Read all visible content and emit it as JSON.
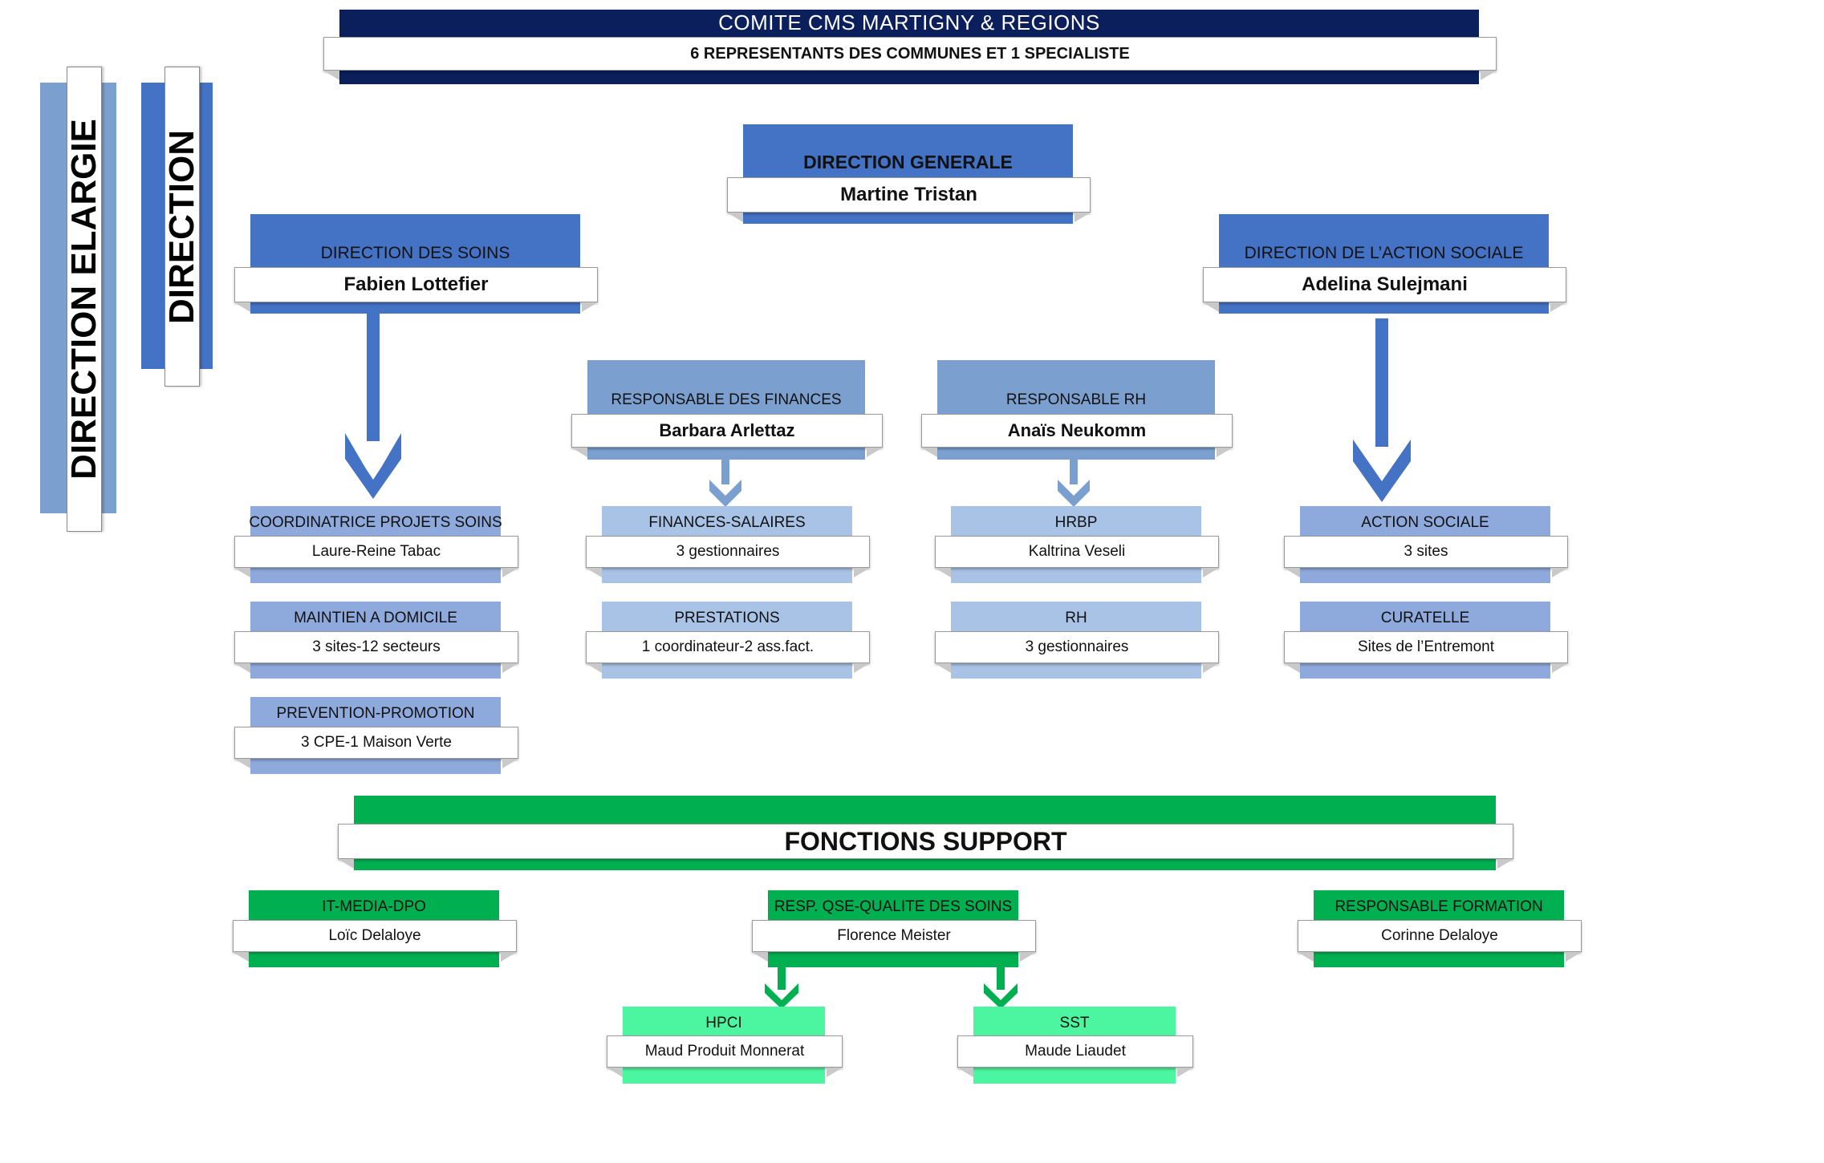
{
  "colors": {
    "navy": "#0a1f5c",
    "blue": "#4472c4",
    "steel": "#7ba0cf",
    "light_blue": "#a9c3e6",
    "periwinkle": "#8ea9dc",
    "green": "#00b050",
    "mint": "#4cf5a0"
  },
  "comite": {
    "title": "COMITE CMS MARTIGNY & REGIONS",
    "subtitle": "6 REPRESENTANTS DES COMMUNES ET 1 SPECIALISTE"
  },
  "side_labels": {
    "direction_elargie": "DIRECTION ELARGIE",
    "direction": "DIRECTION"
  },
  "direction_generale": {
    "title": "DIRECTION GENERALE",
    "name": "Martine Tristan"
  },
  "direction_soins": {
    "title": "DIRECTION DES SOINS",
    "name": "Fabien Lottefier"
  },
  "direction_sociale": {
    "title": "DIRECTION DE L’ACTION SOCIALE",
    "name": "Adelina Sulejmani"
  },
  "finances": {
    "title": "RESPONSABLE DES FINANCES",
    "name": "Barbara Arlettaz"
  },
  "rh": {
    "title": "RESPONSABLE RH",
    "name": "Anaïs Neukomm"
  },
  "soins_units": [
    {
      "title": "COORDINATRICE PROJETS SOINS",
      "value": "Laure-Reine Tabac"
    },
    {
      "title": "MAINTIEN A DOMICILE",
      "value": "3 sites-12 secteurs"
    },
    {
      "title": "PREVENTION-PROMOTION",
      "value": "3 CPE-1 Maison Verte"
    }
  ],
  "finance_units": [
    {
      "title": "FINANCES-SALAIRES",
      "value": "3 gestionnaires"
    },
    {
      "title": "PRESTATIONS",
      "value": "1 coordinateur-2 ass.fact."
    }
  ],
  "rh_units": [
    {
      "title": "HRBP",
      "value": "Kaltrina Veseli"
    },
    {
      "title": "RH",
      "value": "3 gestionnaires"
    }
  ],
  "social_units": [
    {
      "title": "ACTION SOCIALE",
      "value": "3 sites"
    },
    {
      "title": "CURATELLE",
      "value": "Sites de l’Entremont"
    }
  ],
  "support": {
    "title": "FONCTIONS SUPPORT",
    "it": {
      "title": "IT-MEDIA-DPO",
      "name": "Loïc Delaloye"
    },
    "qse": {
      "title": "RESP. QSE-QUALITE DES SOINS",
      "name": "Florence Meister"
    },
    "formation": {
      "title": "RESPONSABLE FORMATION",
      "name": "Corinne Delaloye"
    },
    "hpci": {
      "title": "HPCI",
      "name": "Maud Produit Monnerat"
    },
    "sst": {
      "title": "SST",
      "name": "Maude Liaudet"
    }
  }
}
